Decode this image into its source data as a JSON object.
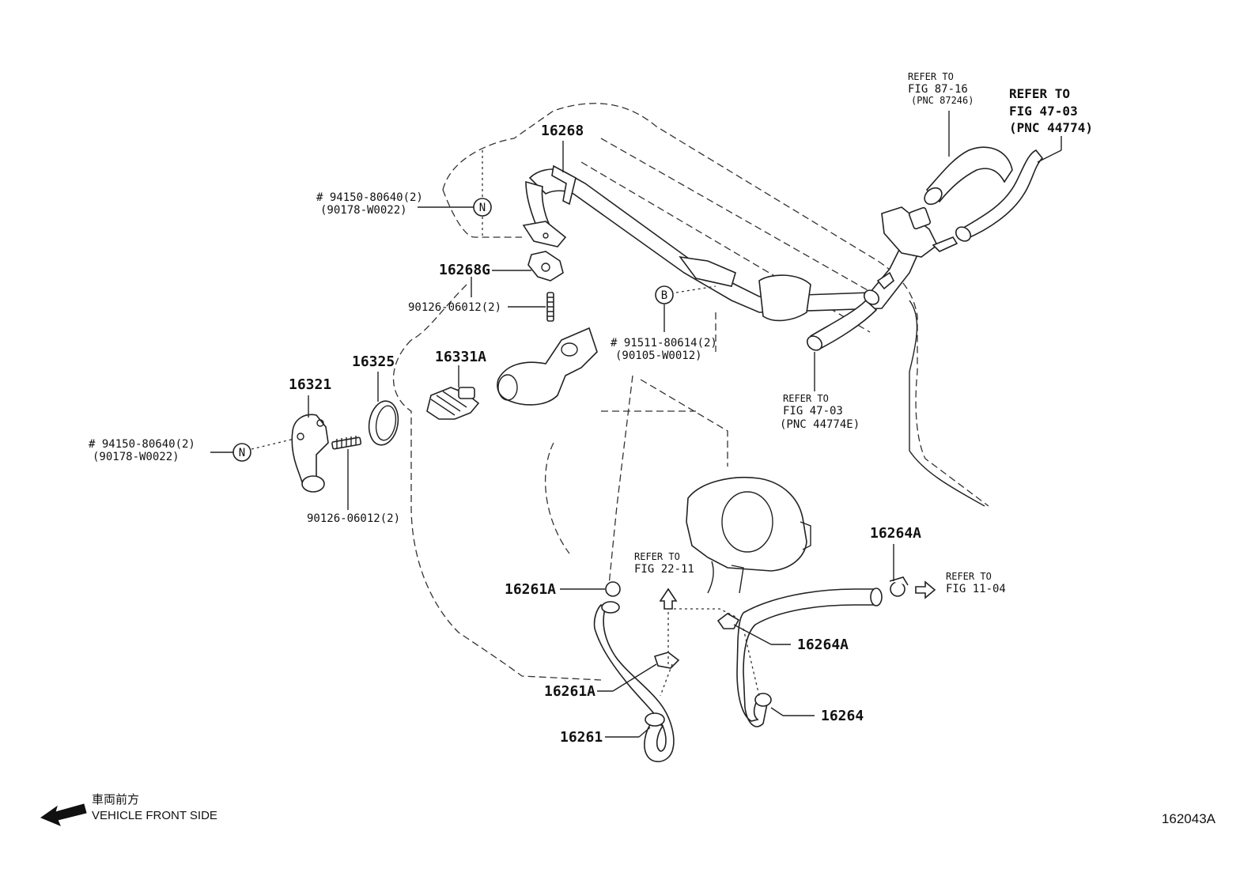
{
  "callouts": {
    "p16268": "16268",
    "p16268G": "16268G",
    "p16321": "16321",
    "p16325": "16325",
    "p16331A": "16331A",
    "p16261A_top": "16261A",
    "p16261A_bot": "16261A",
    "p16261": "16261",
    "p16264A_top": "16264A",
    "p16264A_mid": "16264A",
    "p16264": "16264"
  },
  "bolts": {
    "nut_top_line1": "# 94150-80640(2)",
    "nut_top_line2": "(90178-W0022)",
    "stud_top": "90126-06012(2)",
    "b_line1": "# 91511-80614(2)",
    "b_line2": "(90105-W0012)",
    "nut_left_line1": "# 94150-80640(2)",
    "nut_left_line2": "(90178-W0022)",
    "stud_left": "90126-06012(2)"
  },
  "markers": {
    "n": "N",
    "b": "B"
  },
  "references": {
    "r87_l1": "REFER TO",
    "r87_l2": "FIG 87-16",
    "r87_l3": "(PNC 87246)",
    "r47_l1": "REFER TO",
    "r47_l2": "FIG  47-03",
    "r47_l3": "(PNC 44774)",
    "r47e_l1": "REFER TO",
    "r47e_l2": "FIG 47-03",
    "r47e_l3": "(PNC 44774E)",
    "r22_l1": "REFER TO",
    "r22_l2": "FIG 22-11",
    "r11_l1": "REFER TO",
    "r11_l2": "FIG 11-04"
  },
  "footer": {
    "direction_jp": "車両前方",
    "direction_en": "VEHICLE FRONT SIDE",
    "figure_id": "162043A"
  }
}
